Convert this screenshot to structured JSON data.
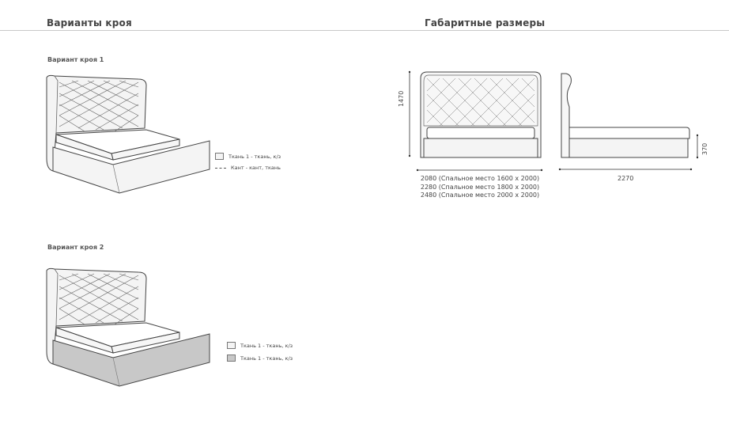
{
  "headings": {
    "cut_variants": "Варианты кроя",
    "dimensions": "Габаритные размеры"
  },
  "variants": [
    {
      "title": "Вариант кроя 1",
      "legend": [
        {
          "type": "swatch",
          "color": "#f4f4f4",
          "label": "Ткань 1  - ткань, к/з"
        },
        {
          "type": "dash",
          "label": "Кант - кант, ткань"
        }
      ],
      "colors": {
        "headboard": "#f4f4f4",
        "base": "#f4f4f4"
      }
    },
    {
      "title": "Вариант кроя 2",
      "legend": [
        {
          "type": "swatch",
          "color": "#f4f4f4",
          "label": "Ткань 1  - ткань, к/з"
        },
        {
          "type": "swatch",
          "color": "#c8c8c8",
          "label": "Ткань 1  - ткань, к/з"
        }
      ],
      "colors": {
        "headboard": "#f4f4f4",
        "base": "#c8c8c8"
      }
    }
  ],
  "dimensions": {
    "height": "1470",
    "side_height": "370",
    "length": "2270",
    "widths": [
      "2080 (Спальное место 1600 х 2000)",
      "2280 (Спальное место 1800 х 2000)",
      "2480 (Спальное место 2000 х 2000)"
    ]
  }
}
